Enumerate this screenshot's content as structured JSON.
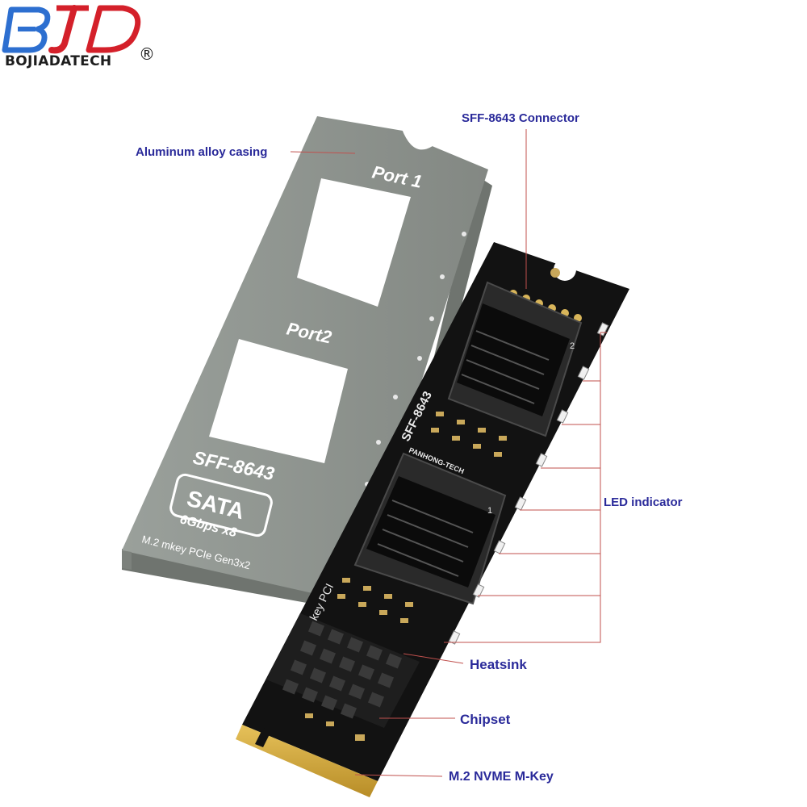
{
  "brand": {
    "logo_mark": "BJD",
    "name": "BOJIADATECH",
    "registered": "®",
    "accent_color": "#d4202a",
    "mark_color": "#2d6fd0"
  },
  "casing": {
    "port1": "Port 1",
    "port2": "Port2",
    "connector": "SFF-8643",
    "badge_title": "SATA",
    "badge_speed": "6Gbps x8",
    "spec": "M.2 mkey PCIe Gen3x2",
    "color": "#8e938e"
  },
  "board": {
    "connector_silk": "SFF-8643",
    "maker_silk": "PANHONG-TECH",
    "slot1_number": "1",
    "slot2_number": "2",
    "side_silk": "key PCI",
    "board_color": "#121212"
  },
  "callouts": {
    "casing": "Aluminum alloy casing",
    "sff_connector": "SFF-8643 Connector",
    "led": "LED indicator",
    "heatsink": "Heatsink",
    "chipset": "Chipset",
    "m2_key": "M.2 NVME M-Key",
    "line_color": "#c0504d",
    "text_color": "#2a2a9a"
  }
}
